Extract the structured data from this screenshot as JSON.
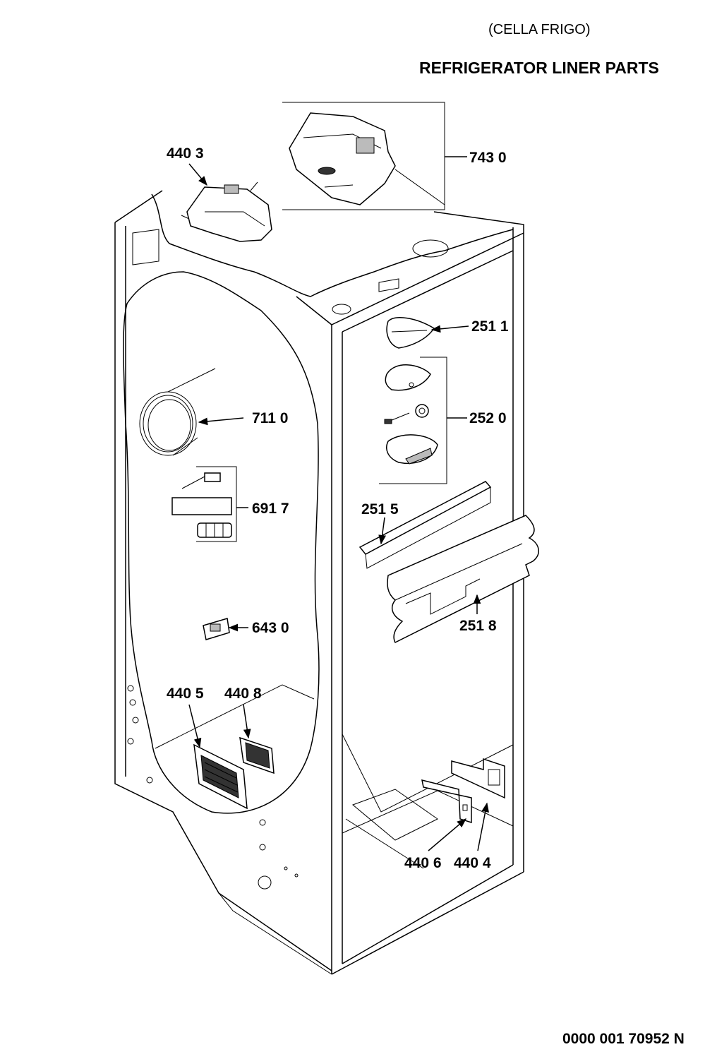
{
  "header": {
    "subtitle": "(CELLA FRIGO)",
    "title": "REFRIGERATOR LINER PARTS"
  },
  "footer": {
    "document_number": "0000 001 70952 N"
  },
  "callouts": [
    {
      "id": "c-4403",
      "text": "440 3"
    },
    {
      "id": "c-7430",
      "text": "743 0"
    },
    {
      "id": "c-2511",
      "text": "251 1"
    },
    {
      "id": "c-2520",
      "text": "252 0"
    },
    {
      "id": "c-7110",
      "text": "711 0"
    },
    {
      "id": "c-6917",
      "text": "691 7"
    },
    {
      "id": "c-2515",
      "text": "251 5"
    },
    {
      "id": "c-2518",
      "text": "251 8"
    },
    {
      "id": "c-6430",
      "text": "643 0"
    },
    {
      "id": "c-4405",
      "text": "440 5"
    },
    {
      "id": "c-4408",
      "text": "440 8"
    },
    {
      "id": "c-4406",
      "text": "440 6"
    },
    {
      "id": "c-4404",
      "text": "440 4"
    }
  ]
}
